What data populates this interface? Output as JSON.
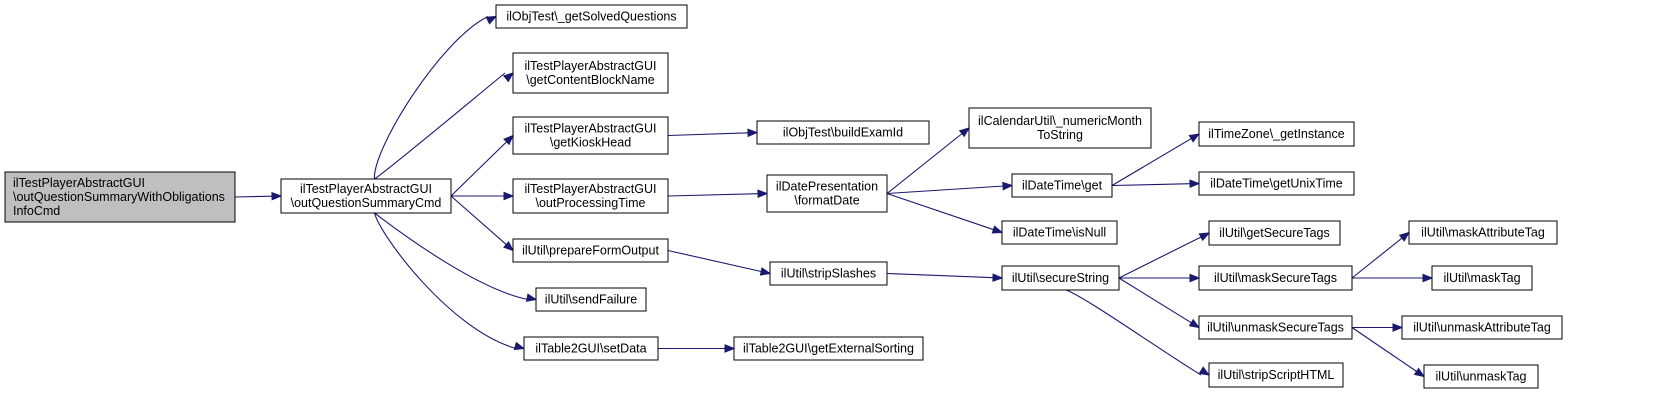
{
  "colors": {
    "edge": "#191970",
    "root_fill": "#bfbfbf",
    "node_fill": "#ffffff",
    "border": "#000000"
  },
  "nodes": [
    {
      "id": "n0",
      "lines": [
        "ilTestPlayerAbstractGUI",
        "\\outQuestionSummaryWithObligations",
        "InfoCmd"
      ]
    },
    {
      "id": "n1",
      "lines": [
        "ilTestPlayerAbstractGUI",
        "\\outQuestionSummaryCmd"
      ]
    },
    {
      "id": "n2",
      "lines": [
        "ilObjTest\\_getSolvedQuestions"
      ]
    },
    {
      "id": "n3",
      "lines": [
        "ilTestPlayerAbstractGUI",
        "\\getContentBlockName"
      ]
    },
    {
      "id": "n4",
      "lines": [
        "ilTestPlayerAbstractGUI",
        "\\getKioskHead"
      ]
    },
    {
      "id": "n5",
      "lines": [
        "ilTestPlayerAbstractGUI",
        "\\outProcessingTime"
      ]
    },
    {
      "id": "n6",
      "lines": [
        "ilUtil\\prepareFormOutput"
      ]
    },
    {
      "id": "n7",
      "lines": [
        "ilUtil\\sendFailure"
      ]
    },
    {
      "id": "n8",
      "lines": [
        "ilTable2GUI\\setData"
      ]
    },
    {
      "id": "n9",
      "lines": [
        "ilObjTest\\buildExamId"
      ]
    },
    {
      "id": "n10",
      "lines": [
        "ilDatePresentation",
        "\\formatDate"
      ]
    },
    {
      "id": "n11",
      "lines": [
        "ilUtil\\stripSlashes"
      ]
    },
    {
      "id": "n12",
      "lines": [
        "ilTable2GUI\\getExternalSorting"
      ]
    },
    {
      "id": "n13",
      "lines": [
        "ilCalendarUtil\\_numericMonth",
        "ToString"
      ]
    },
    {
      "id": "n14",
      "lines": [
        "ilDateTime\\get"
      ]
    },
    {
      "id": "n15",
      "lines": [
        "ilDateTime\\isNull"
      ]
    },
    {
      "id": "n16",
      "lines": [
        "ilUtil\\secureString"
      ]
    },
    {
      "id": "n17",
      "lines": [
        "ilTimeZone\\_getInstance"
      ]
    },
    {
      "id": "n18",
      "lines": [
        "ilDateTime\\getUnixTime"
      ]
    },
    {
      "id": "n19",
      "lines": [
        "ilUtil\\getSecureTags"
      ]
    },
    {
      "id": "n20",
      "lines": [
        "ilUtil\\maskSecureTags"
      ]
    },
    {
      "id": "n21",
      "lines": [
        "ilUtil\\unmaskSecureTags"
      ]
    },
    {
      "id": "n22",
      "lines": [
        "ilUtil\\stripScriptHTML"
      ]
    },
    {
      "id": "n23",
      "lines": [
        "ilUtil\\maskAttributeTag"
      ]
    },
    {
      "id": "n24",
      "lines": [
        "ilUtil\\maskTag"
      ]
    },
    {
      "id": "n25",
      "lines": [
        "ilUtil\\unmaskAttributeTag"
      ]
    },
    {
      "id": "n26",
      "lines": [
        "ilUtil\\unmaskTag"
      ]
    }
  ],
  "edges": [
    [
      "n0",
      "n1"
    ],
    [
      "n1",
      "n2"
    ],
    [
      "n1",
      "n3"
    ],
    [
      "n1",
      "n4"
    ],
    [
      "n1",
      "n5"
    ],
    [
      "n1",
      "n6"
    ],
    [
      "n1",
      "n7"
    ],
    [
      "n1",
      "n8"
    ],
    [
      "n4",
      "n9"
    ],
    [
      "n5",
      "n10"
    ],
    [
      "n6",
      "n11"
    ],
    [
      "n8",
      "n12"
    ],
    [
      "n10",
      "n13"
    ],
    [
      "n10",
      "n14"
    ],
    [
      "n10",
      "n15"
    ],
    [
      "n11",
      "n16"
    ],
    [
      "n14",
      "n17"
    ],
    [
      "n14",
      "n18"
    ],
    [
      "n16",
      "n19"
    ],
    [
      "n16",
      "n20"
    ],
    [
      "n16",
      "n21"
    ],
    [
      "n16",
      "n22"
    ],
    [
      "n20",
      "n23"
    ],
    [
      "n20",
      "n24"
    ],
    [
      "n21",
      "n25"
    ],
    [
      "n21",
      "n26"
    ]
  ]
}
